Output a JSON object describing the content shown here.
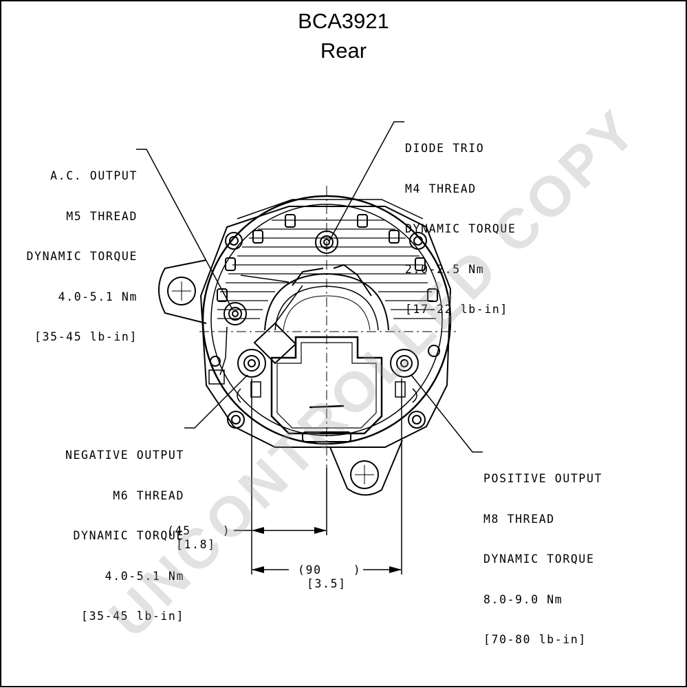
{
  "header": {
    "part_number": "BCA3921",
    "view": "Rear"
  },
  "watermark": "UNCONTROLLED COPY",
  "callouts": {
    "ac_output": [
      "A.C. OUTPUT",
      "M5 THREAD",
      "DYNAMIC TORQUE",
      "4.0-5.1 Nm",
      "[35-45 lb-in]"
    ],
    "diode_trio": [
      "DIODE TRIO",
      "M4 THREAD",
      "DYNAMIC TORQUE",
      "2.0-2.5 Nm",
      "[17-22 lb-in]"
    ],
    "negative_output": [
      "NEGATIVE OUTPUT",
      "M6 THREAD",
      "DYNAMIC TORQUE",
      "4.0-5.1 Nm",
      "[35-45 lb-in]"
    ],
    "positive_output": [
      "POSITIVE OUTPUT",
      "M8 THREAD",
      "DYNAMIC TORQUE",
      "8.0-9.0 Nm",
      "[70-80 lb-in]"
    ]
  },
  "dimensions": {
    "half_width": {
      "mm": "(45    )",
      "in": "[1.8]"
    },
    "full_width": {
      "mm": "(90    )",
      "in": "[3.5]"
    }
  }
}
